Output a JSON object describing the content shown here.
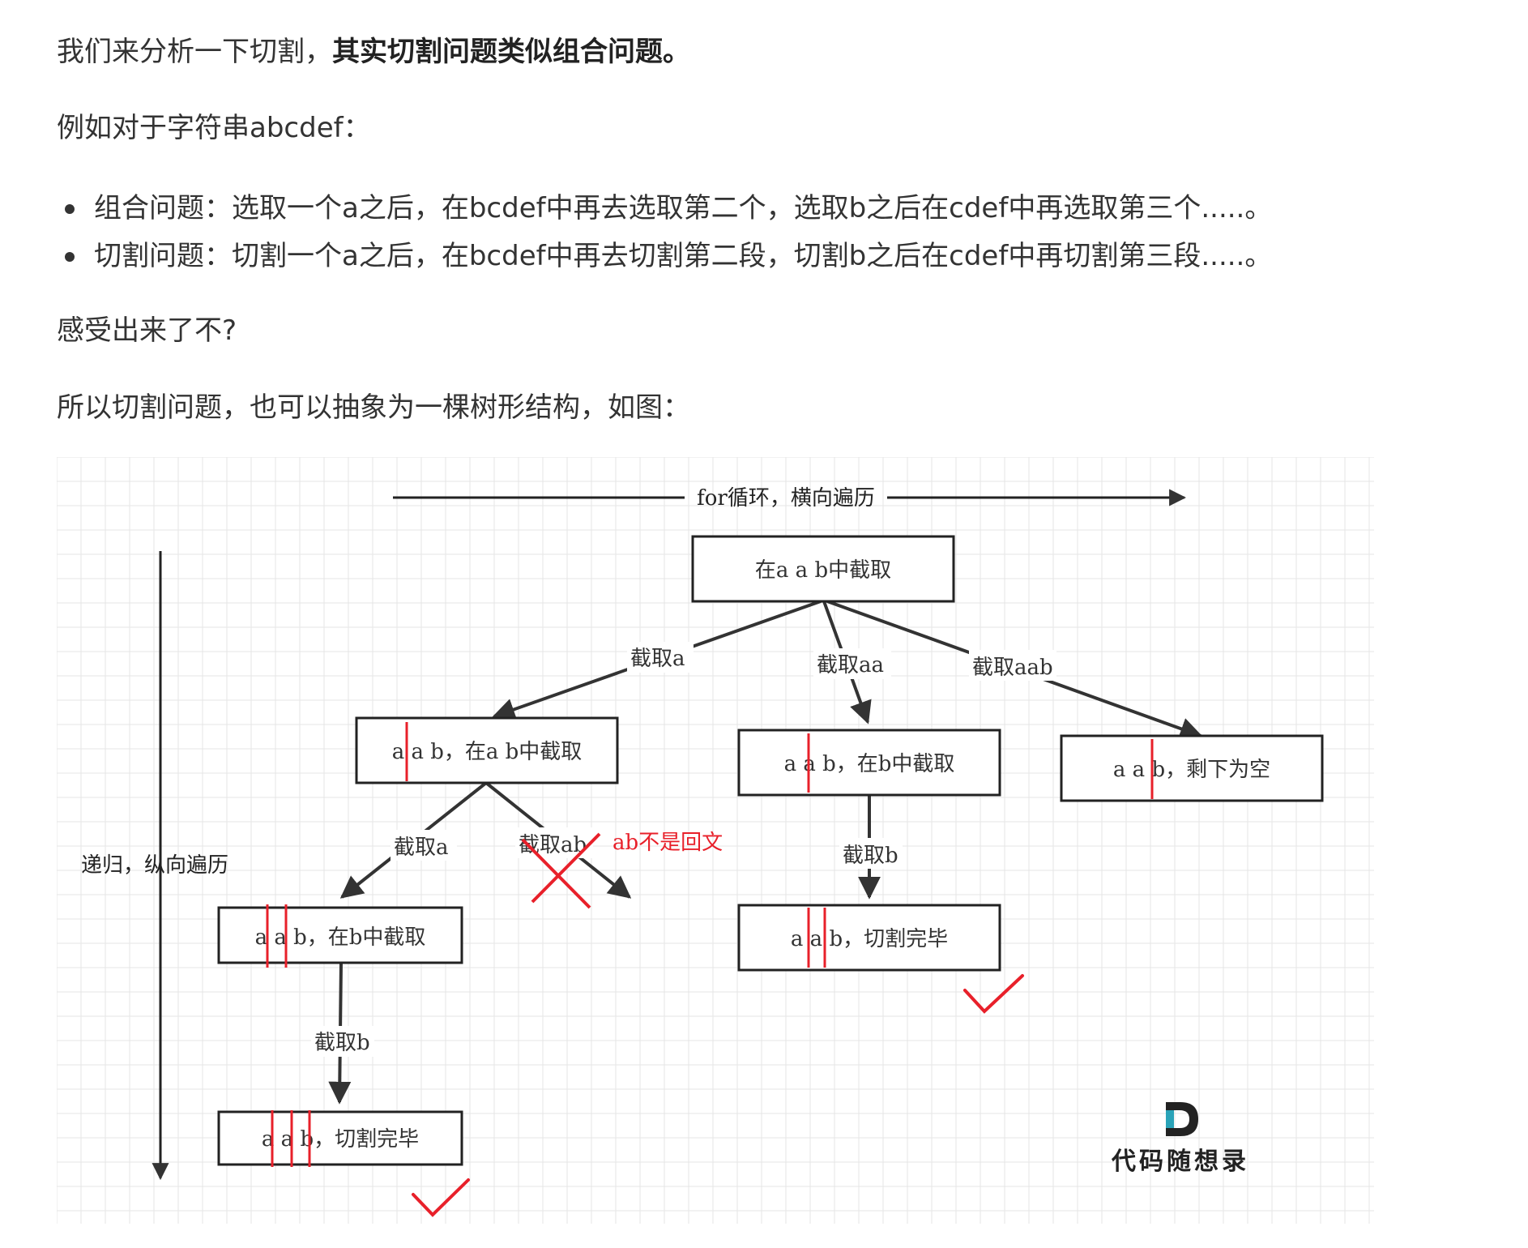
{
  "text": {
    "p1_normal": "我们来分析一下切割，",
    "p1_bold": "其实切割问题类似组合问题。",
    "p2": "例如对于字符串abcdef：",
    "list": [
      "组合问题：选取一个a之后，在bcdef中再去选取第二个，选取b之后在cdef中再选取第三个.....。",
      "切割问题：切割一个a之后，在bcdef中再去切割第二段，切割b之后在cdef中再切割第三段.....。"
    ],
    "p3": "感受出来了不?",
    "p4": "所以切割问题，也可以抽象为一棵树形结构，如图："
  },
  "diagram": {
    "top_arrow_label": "for循环，横向遍历",
    "left_arrow_label": "递归，纵向遍历",
    "nodes": {
      "root": "在a a b中截取",
      "n1": "a a b，在a b中截取",
      "n2": "a a b，在b中截取",
      "n3": "a a b，剩下为空",
      "n4": "a a b，在b中截取",
      "n5": "a a b，切割完毕",
      "n6": "a a b，切割完毕"
    },
    "edges": {
      "e_root_n1": "截取a",
      "e_root_n2": "截取aa",
      "e_root_n3": "截取aab",
      "e_n1_n4": "截取a",
      "e_n1_x": "截取ab",
      "e_n2_n5": "截取b",
      "e_n4_n6": "截取b"
    },
    "invalid_note": "ab不是回文",
    "cut_color": "#e8202a",
    "line_color": "#333333",
    "grid_color": "#e6e6e6"
  },
  "logo": {
    "text": "代码随想录",
    "accent": "#2aa3b8"
  }
}
